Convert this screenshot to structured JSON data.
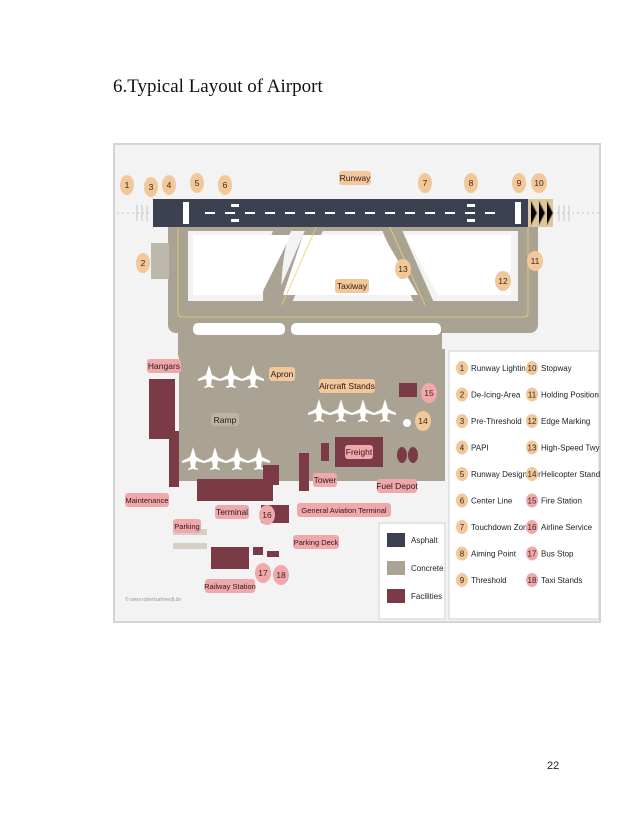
{
  "title": "6.Typical Layout of Airport",
  "page_number": "22",
  "figure": {
    "colors": {
      "asphalt": "#3b4150",
      "concrete": "#aaa394",
      "facilities": "#7a3b46",
      "callout_numbered": "#f2c79a",
      "callout_label": "#f0a8aa",
      "frame": "#dcdcdc"
    },
    "labels": {
      "runway": "Runway",
      "taxiway": "Taxiway",
      "hangars": "Hangars",
      "apron": "Apron",
      "ramp": "Ramp",
      "aircraft_stands": "Aircraft Stands",
      "freight": "Freight",
      "tower": "Tower",
      "fuel_depot": "Fuel Depot",
      "maintenance": "Maintenance",
      "parking": "Parking",
      "terminal": "Terminal",
      "general_aviation_terminal": "General Aviation Terminal",
      "parking_deck": "Parking Deck",
      "railway_station": "Railway Station",
      "watermark": "© www.robertsahmedt.de"
    },
    "map_numbers": [
      "1",
      "2",
      "3",
      "4",
      "5",
      "6",
      "7",
      "8",
      "9",
      "10",
      "11",
      "12",
      "13",
      "14",
      "15",
      "16",
      "17",
      "18"
    ],
    "legend": [
      {
        "label": "Asphalt",
        "color": "#3b4150"
      },
      {
        "label": "Concrete",
        "color": "#aaa394"
      },
      {
        "label": "Facilities",
        "color": "#7a3b46"
      }
    ],
    "key": [
      {
        "num": "1",
        "text": "Runway Lighting"
      },
      {
        "num": "2",
        "text": "De-Icing-Area"
      },
      {
        "num": "3",
        "text": "Pre-Threshold"
      },
      {
        "num": "4",
        "text": "PAPI"
      },
      {
        "num": "5",
        "text": "Runway Designator"
      },
      {
        "num": "6",
        "text": "Center Line"
      },
      {
        "num": "7",
        "text": "Touchdown Zone"
      },
      {
        "num": "8",
        "text": "Aiming Point"
      },
      {
        "num": "9",
        "text": "Threshold"
      },
      {
        "num": "10",
        "text": "Stopway"
      },
      {
        "num": "11",
        "text": "Holding Position"
      },
      {
        "num": "12",
        "text": "Edge Marking"
      },
      {
        "num": "13",
        "text": "High-Speed Twy"
      },
      {
        "num": "14",
        "text": "Helicopter Stand"
      },
      {
        "num": "15",
        "text": "Fire Station"
      },
      {
        "num": "16",
        "text": "Airline Service"
      },
      {
        "num": "17",
        "text": "Bus Stop"
      },
      {
        "num": "18",
        "text": "Taxi Stands"
      }
    ]
  }
}
